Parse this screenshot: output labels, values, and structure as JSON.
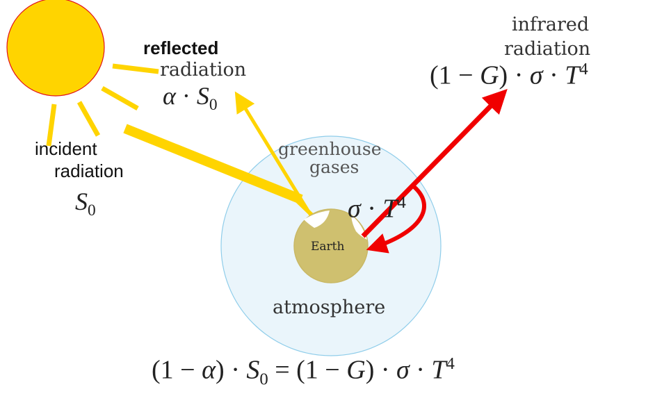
{
  "labels": {
    "reflected_word": "reflected",
    "radiation_word": "radiation",
    "incident_word": "incident",
    "infrared_word": "infrared",
    "greenhouse_word": "greenhouse",
    "gases_word": "gases",
    "earth": "Earth",
    "atmosphere": "atmosphere"
  },
  "math": {
    "alpha": "α",
    "dot": "·",
    "S": "S",
    "zero": "0",
    "sigma": "σ",
    "T": "T",
    "four": "4",
    "G": "G",
    "one": "1",
    "minus": "−",
    "equals": "=",
    "lparen": "(",
    "rparen": ")"
  },
  "colors": {
    "sun_fill": "#FFD400",
    "sun_stroke": "#E0121B",
    "ray": "#FFD400",
    "arrow_red": "#F00000",
    "atmosphere_fill": "#EAF5FB",
    "atmosphere_stroke": "#8FCDEA",
    "earth_fill": "#CFC06F",
    "earth_stroke": "#C9B865"
  }
}
